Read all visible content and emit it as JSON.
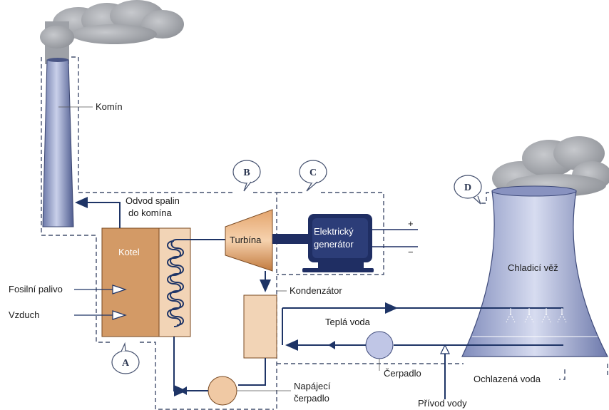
{
  "labels": {
    "komin": "Komín",
    "odvod_line1": "Odvod spalin",
    "odvod_line2": "do komína",
    "kotel": "Kotel",
    "turbina": "Turbína",
    "generator_line1": "Elektrický",
    "generator_line2": "generátor",
    "plus": "+",
    "minus": "−",
    "fosilni_palivo": "Fosilní palivo",
    "vzduch": "Vzduch",
    "kondenzator": "Kondenzátor",
    "tepla_voda": "Teplá voda",
    "chladici_vez": "Chladicí věž",
    "cerpadlo": "Čerpadlo",
    "ochlazena_voda": "Ochlazená voda",
    "napajeci_line1": "Napájecí",
    "napajeci_line2": "čerpadlo",
    "privod_vody": "Přívod vody"
  },
  "zones": [
    "A",
    "B",
    "C",
    "D"
  ],
  "colors": {
    "boiler": "#d39a66",
    "boiler_light": "#f2d4b6",
    "turbine": "#d08a4f",
    "generator": "#1f2e63",
    "pipe": "#1e3466",
    "tower": "#aab3d6",
    "smoke": "#9fa2a8",
    "pump": "#f0c9a4",
    "pump_blue": "#c0c6e6"
  }
}
